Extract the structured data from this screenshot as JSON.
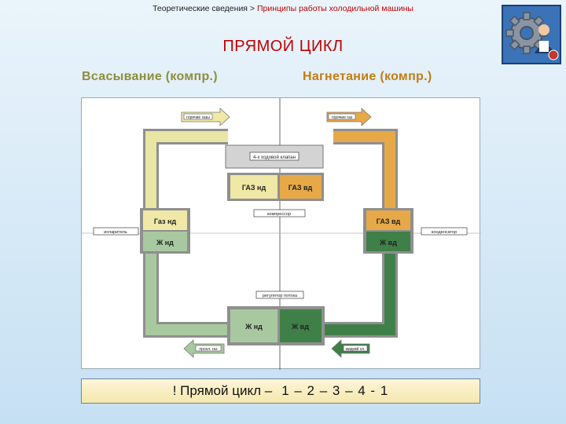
{
  "header": {
    "breadcrumb_prefix": "Теоретические сведения >",
    "breadcrumb_current": "Принципы работы холодильной машины"
  },
  "slide": {
    "title": "ПРЯМОЙ ЦИКЛ",
    "suction_label": "Всасывание (компр.)",
    "discharge_label": "Нагнетание (компр.)"
  },
  "diagram": {
    "top_left_arrow": "горячие газы",
    "top_right_arrow": "горячие газ",
    "four_way_valve": "4-х ходовой клапан",
    "gas_low": "ГАЗ нд",
    "gas_high": "ГАЗ вд",
    "compressor": "компрессор",
    "left_gas": "Газ нд",
    "left_liquid": "Ж нд",
    "evaporator": "испаритель",
    "right_gas": "ГАЗ вд",
    "right_liquid": "Ж вд",
    "condenser": "конденсатор",
    "regulator": "регулятор потока",
    "liquid_low": "Ж нд",
    "liquid_high": "Ж вд",
    "bottom_left_arrow": "прохл. газ",
    "bottom_right_arrow": "жидкий хл."
  },
  "summary": {
    "prefix": "! Прямой цикл –",
    "sequence": "1 – 2 – 3 – 4 - 1"
  },
  "colors": {
    "title_red": "#c00000",
    "suction_olive": "#8c8f3a",
    "discharge_orange": "#c27d10",
    "pale_yellow": "#e9e6a3",
    "orange": "#e7a948",
    "light_green": "#a8c9a0",
    "dark_green": "#3f8048",
    "gray": "#9c9c9c"
  }
}
